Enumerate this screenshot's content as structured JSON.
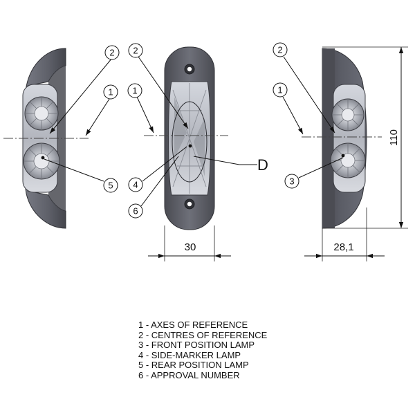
{
  "callouts": {
    "left": {
      "c1": "1",
      "c2": "2",
      "c5": "5"
    },
    "front": {
      "c1": "1",
      "c2": "2",
      "c4": "4",
      "c6": "6"
    },
    "right": {
      "c1": "1",
      "c2": "2",
      "c3": "3"
    }
  },
  "detail_label": "D",
  "dimensions": {
    "front_width": "30",
    "side_depth": "28,1",
    "height": "110"
  },
  "legend": [
    "1 - AXES OF REFERENCE",
    "2 - CENTRES OF REFERENCE",
    "3 - FRONT POSITION LAMP",
    "4 - SIDE-MARKER LAMP",
    "5 - REAR POSITION LAMP",
    "6 - APPROVAL NUMBER"
  ],
  "colors": {
    "housing": "#5f6068",
    "housing_dark": "#3e3f46",
    "lens": "#c9ccd4",
    "line": "#111111"
  }
}
